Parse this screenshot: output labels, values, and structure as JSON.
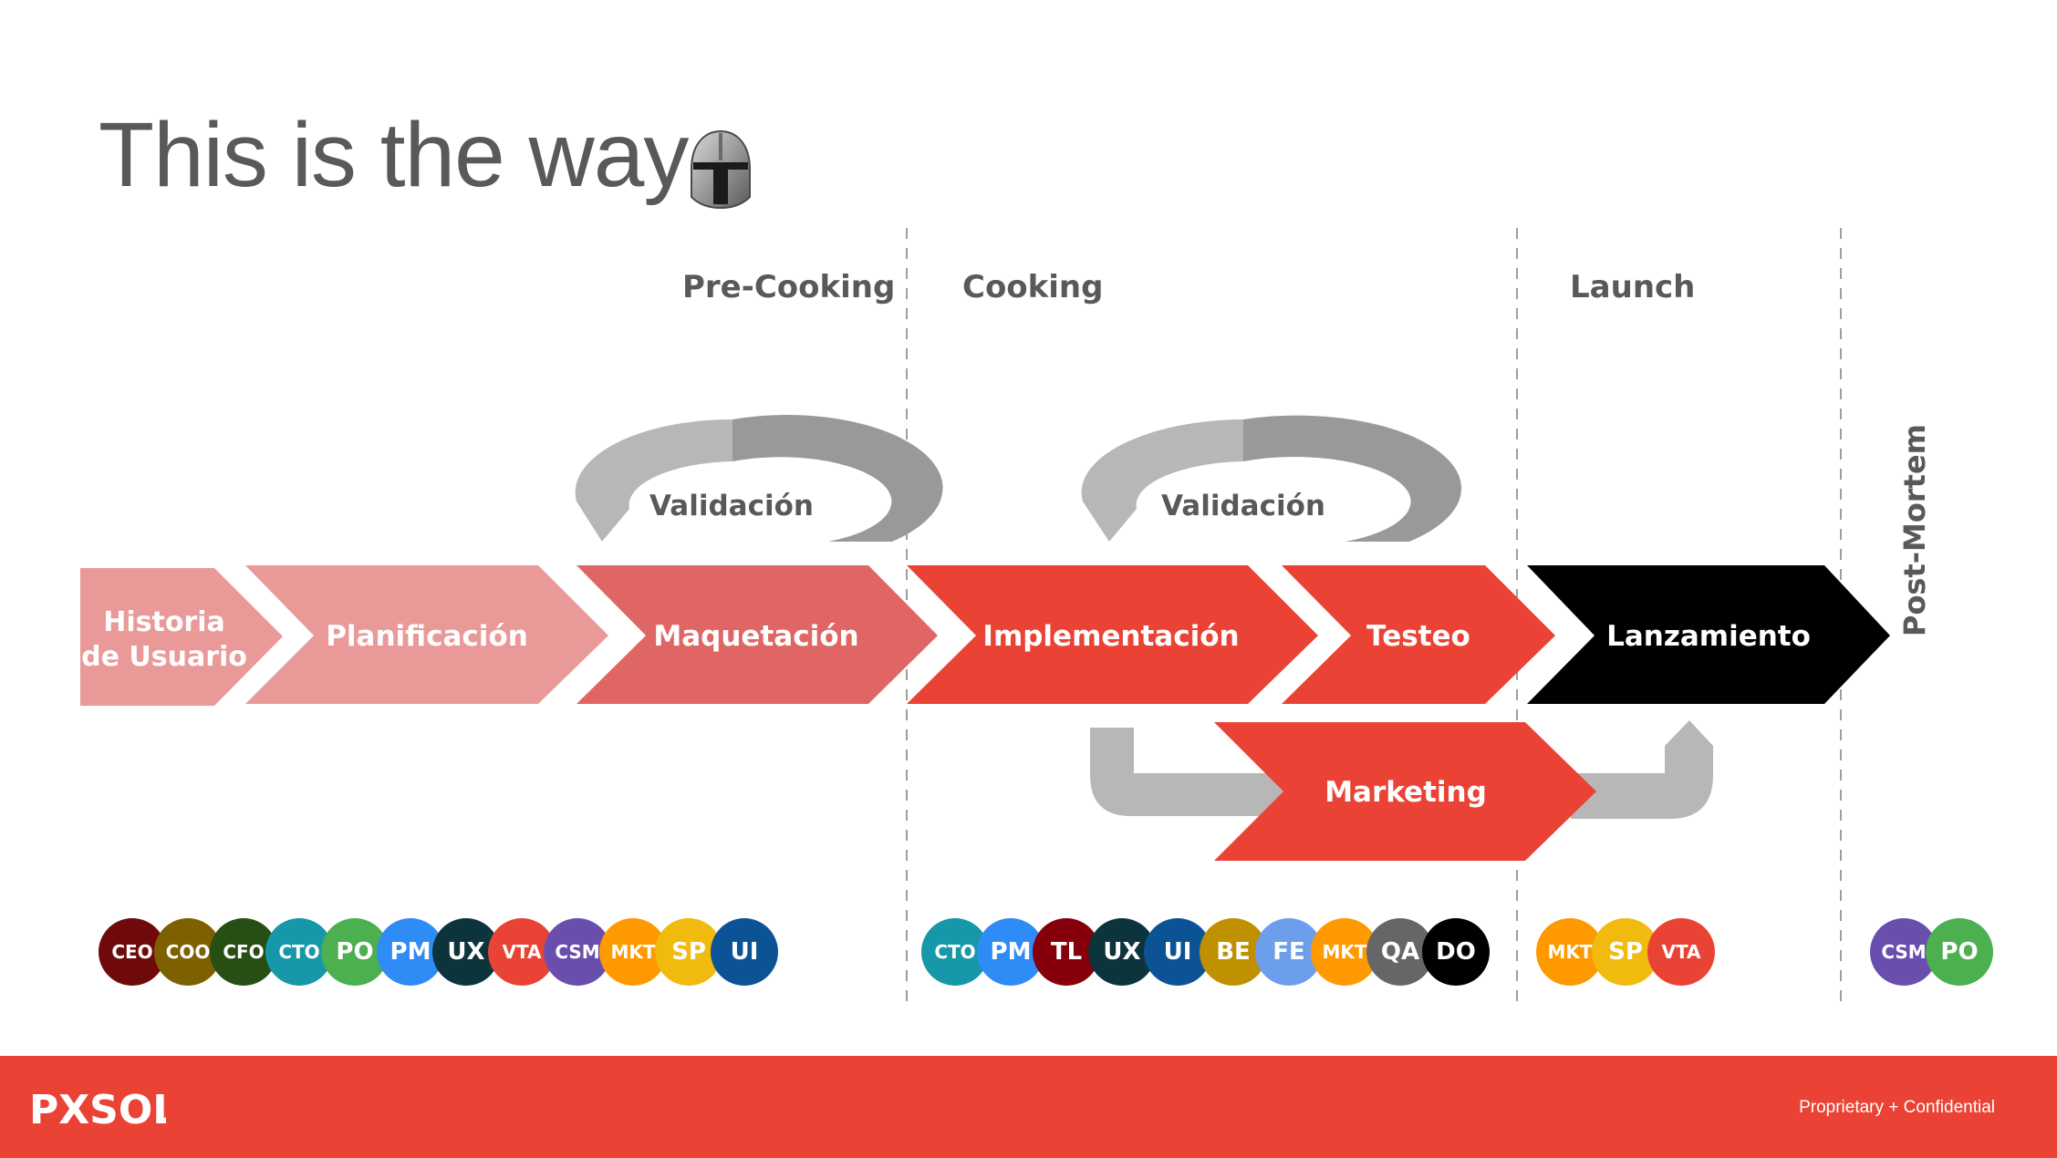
{
  "title": "This is the way",
  "phases": {
    "pre_cooking": "Pre-Cooking",
    "cooking": "Cooking",
    "launch": "Launch",
    "post_mortem": "Post-Mortem"
  },
  "steps": {
    "historia_line1": "Historia",
    "historia_line2": "de Usuario",
    "planificacion": "Planificación",
    "maquetacion": "Maquetación",
    "implementacion": "Implementación",
    "testeo": "Testeo",
    "lanzamiento": "Lanzamiento",
    "marketing": "Marketing",
    "validacion_1": "Validación",
    "validacion_2": "Validación"
  },
  "role_groups": [
    {
      "id": "pre-cooking",
      "roles": [
        {
          "label": "CEO",
          "color": "#6E0A0A"
        },
        {
          "label": "COO",
          "color": "#7F6000"
        },
        {
          "label": "CFO",
          "color": "#274E13"
        },
        {
          "label": "CTO",
          "color": "#1698A8"
        },
        {
          "label": "PO",
          "color": "#4CAF50"
        },
        {
          "label": "PM",
          "color": "#2F8BF5"
        },
        {
          "label": "UX",
          "color": "#0C343D"
        },
        {
          "label": "VTA",
          "color": "#E94335"
        },
        {
          "label": "CSM",
          "color": "#6A4EAE"
        },
        {
          "label": "MKT",
          "color": "#FF9900"
        },
        {
          "label": "SP",
          "color": "#F1BA0E"
        },
        {
          "label": "UI",
          "color": "#0B5394"
        }
      ]
    },
    {
      "id": "cooking",
      "roles": [
        {
          "label": "CTO",
          "color": "#1698A8"
        },
        {
          "label": "PM",
          "color": "#2F8BF5"
        },
        {
          "label": "TL",
          "color": "#85000B"
        },
        {
          "label": "UX",
          "color": "#0C343D"
        },
        {
          "label": "UI",
          "color": "#0B5394"
        },
        {
          "label": "BE",
          "color": "#BF9000"
        },
        {
          "label": "FE",
          "color": "#6D9EEB"
        },
        {
          "label": "MKT",
          "color": "#FF9900"
        },
        {
          "label": "QA",
          "color": "#666666"
        },
        {
          "label": "DO",
          "color": "#000000"
        }
      ]
    },
    {
      "id": "launch",
      "roles": [
        {
          "label": "MKT",
          "color": "#FF9900"
        },
        {
          "label": "SP",
          "color": "#F1BA0E"
        },
        {
          "label": "VTA",
          "color": "#E94335"
        }
      ]
    },
    {
      "id": "post-mortem",
      "roles": [
        {
          "label": "CSM",
          "color": "#6A4EAE"
        },
        {
          "label": "PO",
          "color": "#4CAF50"
        }
      ]
    }
  ],
  "colors": {
    "light_pink": "#EA9999",
    "salmon": "#E06666",
    "red": "#EA4335",
    "black": "#000000",
    "gray": "#B7B7B7",
    "footer": "#EA4335"
  },
  "footer": {
    "logo": "PXSOL",
    "confidential": "Proprietary + Confidential"
  }
}
